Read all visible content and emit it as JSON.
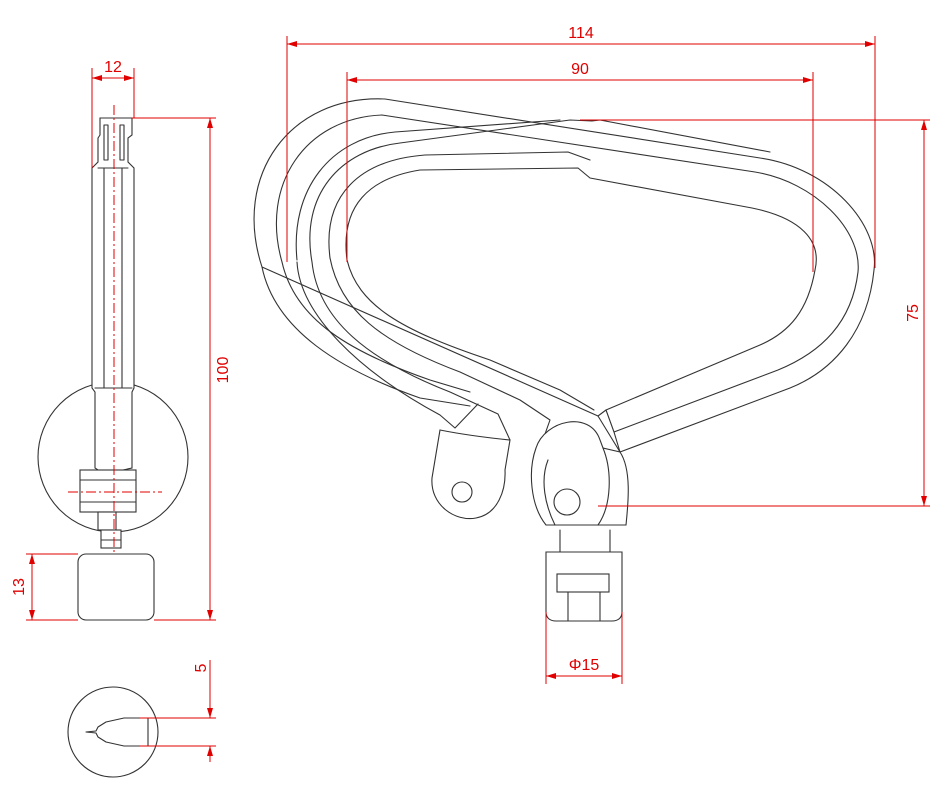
{
  "dimensions": {
    "side_width": "12",
    "side_height": "100",
    "knob_height": "13",
    "key_slot": "5",
    "outer_width": "114",
    "inner_width": "90",
    "clip_height": "75",
    "knob_diameter": "Φ15"
  },
  "colors": {
    "dimension": "#e00000",
    "outline": "#333333",
    "background": "#ffffff"
  }
}
